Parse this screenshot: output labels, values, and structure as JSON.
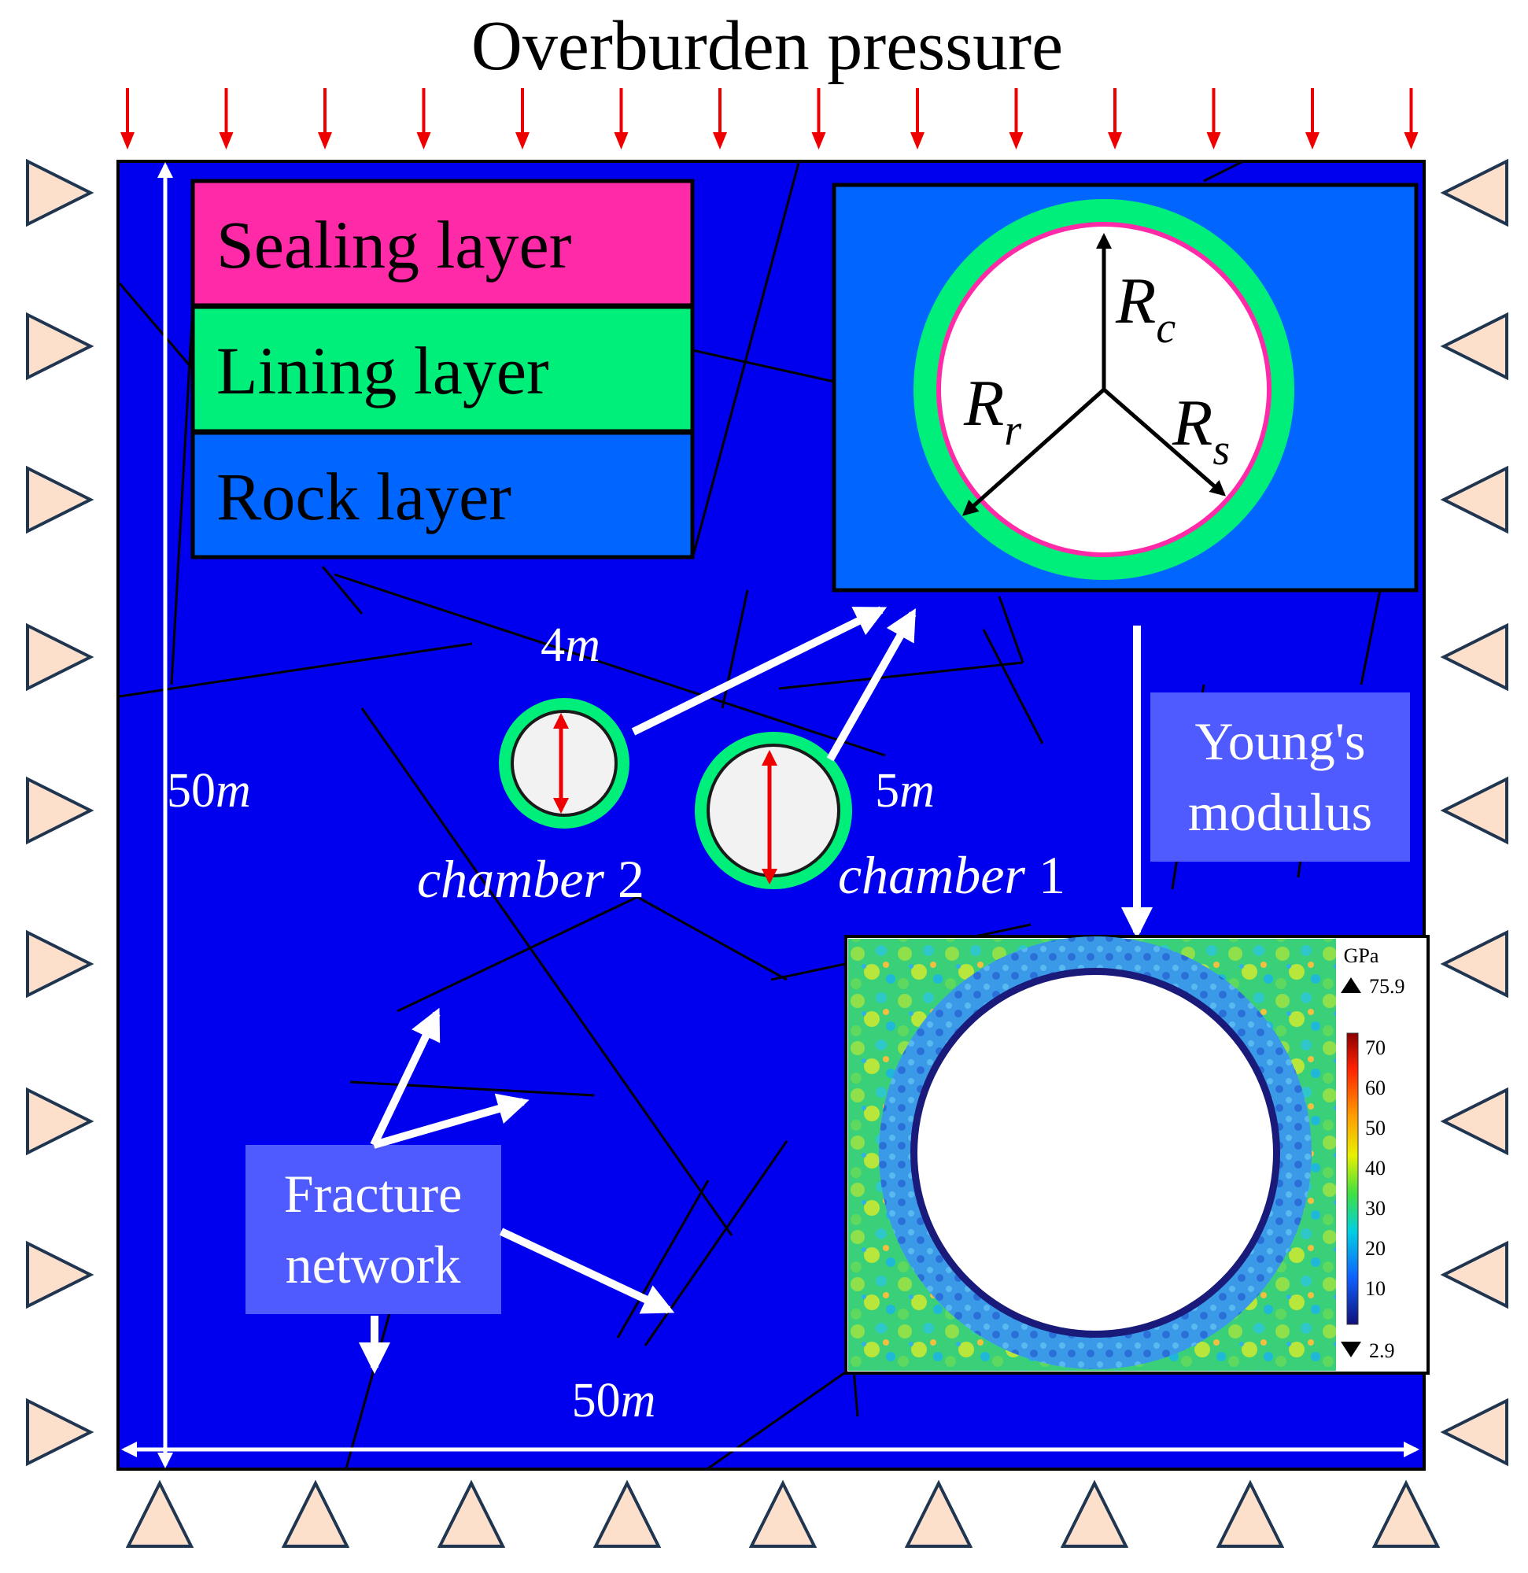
{
  "title": "Overburden pressure",
  "legend": {
    "items": [
      {
        "label": "Sealing layer",
        "color": "#ff2aa8"
      },
      {
        "label": "Lining layer",
        "color": "#00ee7a"
      },
      {
        "label": "Rock layer",
        "color": "#0066ff"
      }
    ]
  },
  "colors": {
    "domain": "#0000ee",
    "pressure_arrow": "#ee0000",
    "support": "#fde0cc",
    "lining": "#00ee7a",
    "sealing": "#ff2aa8",
    "label_box": "#4f5bff"
  },
  "dimensions": {
    "width_label": {
      "num": "50",
      "unit": "m"
    },
    "height_label": {
      "num": "50",
      "unit": "m"
    }
  },
  "chambers": [
    {
      "label_text": "chamber",
      "label_num": "2",
      "diameter_num": "4",
      "diameter_unit": "m"
    },
    {
      "label_text": "chamber",
      "label_num": "1",
      "diameter_num": "5",
      "diameter_unit": "m"
    }
  ],
  "detail_inset": {
    "radii": [
      {
        "letter": "R",
        "sub": "c"
      },
      {
        "letter": "R",
        "sub": "r"
      },
      {
        "letter": "R",
        "sub": "s"
      }
    ]
  },
  "youngs_modulus": {
    "label_lines": [
      "Young's",
      "modulus"
    ],
    "unit": "GPa",
    "max": "75.9",
    "min": "2.9",
    "ticks": [
      "70",
      "60",
      "50",
      "40",
      "30",
      "20",
      "10"
    ]
  },
  "fracture": {
    "label_lines": [
      "Fracture",
      "network"
    ]
  },
  "icons": [
    "pressure-arrow-icon",
    "roller-support-icon",
    "max-triangle-icon",
    "min-triangle-icon"
  ]
}
